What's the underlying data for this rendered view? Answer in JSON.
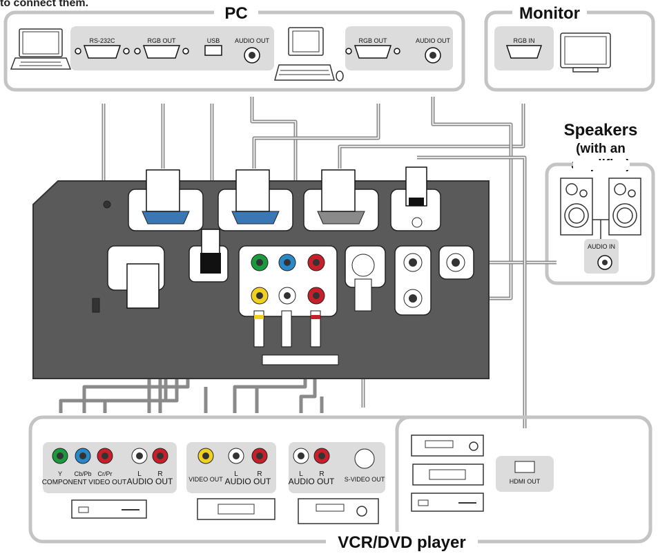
{
  "caption_top": "to connect them.",
  "groups": {
    "pc": "PC",
    "monitor": "Monitor",
    "speakers_line1": "Speakers",
    "speakers_line2": "(with an",
    "speakers_line3": "amplifier)",
    "vcr": "VCR/DVD player"
  },
  "pc_ports": {
    "rs232c": "RS-232C",
    "rgb_out_1": "RGB OUT",
    "usb": "USB",
    "audio_out_1": "AUDIO OUT",
    "rgb_out_2": "RGB OUT",
    "audio_out_2": "AUDIO OUT"
  },
  "monitor_ports": {
    "rgb_in": "RGB IN"
  },
  "speaker_ports": {
    "audio_in": "AUDIO IN"
  },
  "vcr_ports": {
    "y": "Y",
    "cb_pb": "Cb/Pb",
    "cr_pr": "Cr/Pr",
    "component_video_out": "COMPONENT VIDEO OUT",
    "l_1": "L",
    "r_1": "R",
    "audio_out_1": "AUDIO OUT",
    "video_out": "VIDEO OUT",
    "l_2": "L",
    "r_2": "R",
    "audio_out_2": "AUDIO OUT",
    "l_3": "L",
    "r_3": "R",
    "audio_out_3": "AUDIO OUT",
    "s_video_out": "S-VIDEO OUT",
    "hdmi_out": "HDMI OUT"
  },
  "colors": {
    "frame": "#c4c4c4",
    "cable": "#8a8a8a",
    "projector": "#5a5a5a",
    "vga_blue": "#3a78b5",
    "green": "#1a9a3c",
    "blue": "#2a88c8",
    "red": "#c8202a",
    "yellow": "#f0d020"
  }
}
